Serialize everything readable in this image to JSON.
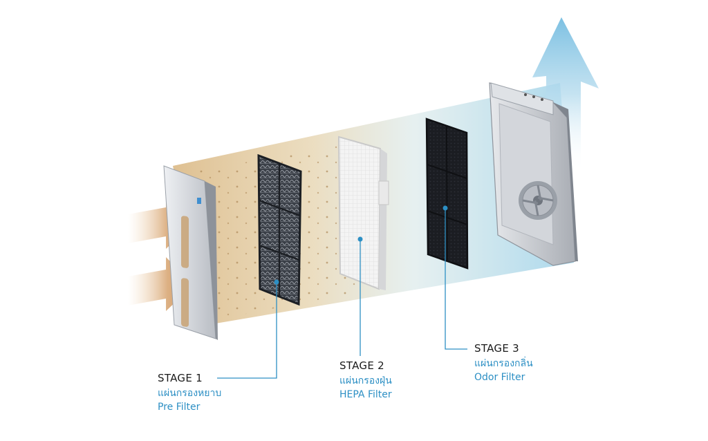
{
  "stages": [
    {
      "title": "STAGE 1",
      "thai": "แผ่นกรองหยาบ",
      "english": "Pre Filter"
    },
    {
      "title": "STAGE 2",
      "thai": "แผ่นกรองฝุ่น",
      "english": "HEPA Filter"
    },
    {
      "title": "STAGE 3",
      "thai": "แผ่นกรองกลิ่น",
      "english": "Odor Filter"
    }
  ],
  "colors": {
    "dust_air": "#d9b57e",
    "clean_air": "#9fd0e8",
    "leader_line": "#2c8fc4",
    "label_accent": "#2c8fc4",
    "label_title": "#1a1a1a",
    "carbon_filter": "#1b1d22",
    "pre_filter": "#2b2f36",
    "hepa_filter": "#f2f2f2",
    "unit_body": "#c9ccd1"
  },
  "icons": [
    "incoming-air-arrow-icon",
    "outgoing-air-arrow-icon",
    "fan-icon"
  ]
}
